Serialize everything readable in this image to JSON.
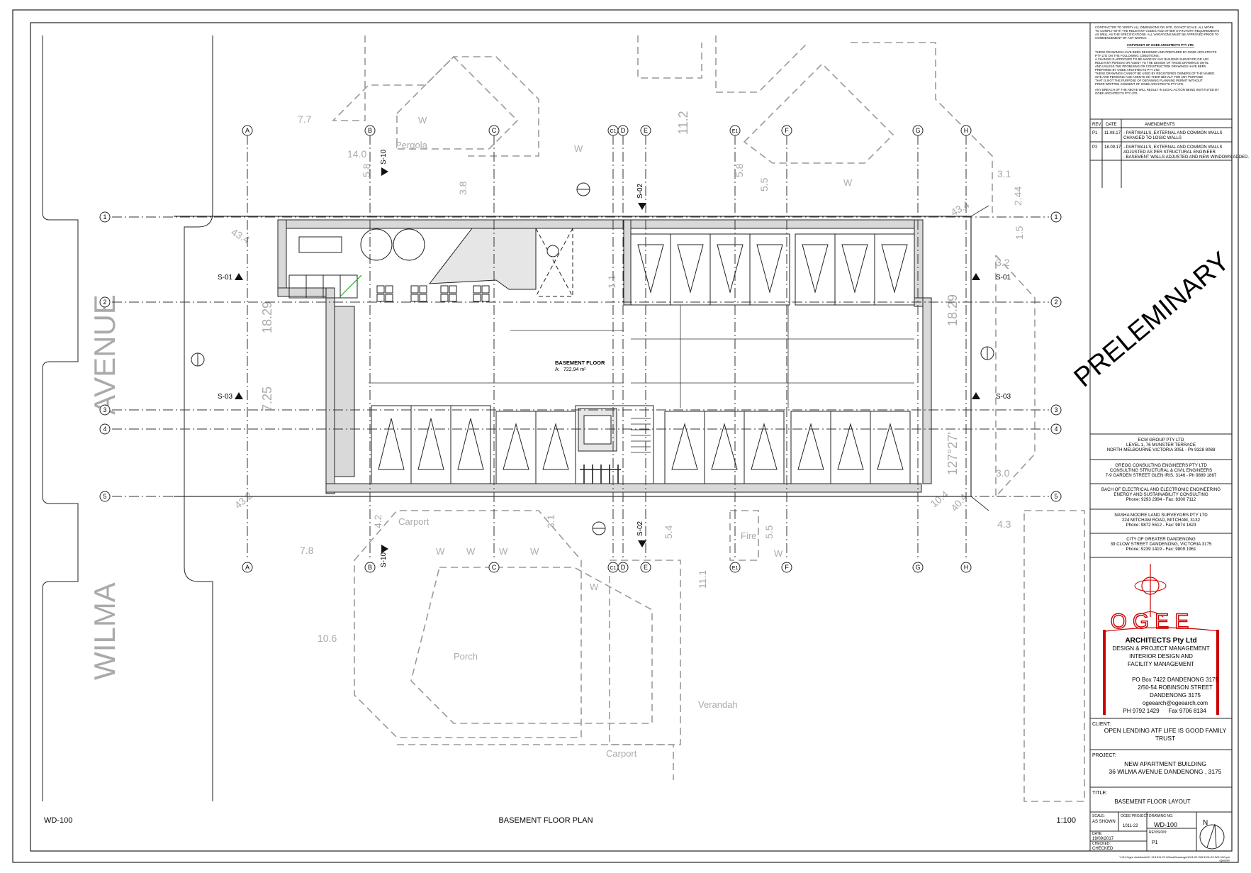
{
  "sheet": {
    "drawing_no_left": "WD-100",
    "plan_title": "BASEMENT FLOOR PLAN",
    "scale": "1:100",
    "preliminary": "PRELEMINARY",
    "footer_path": "Y:\\01 Ogee Architects\\01 11\\1011-22 Wilma\\Drawings\\1011-22 WD\\1011-22 WD-100.pln",
    "footer_user": "ogeeadm"
  },
  "plan": {
    "street_upper": "AVENUE",
    "street_lower": "WILMA",
    "room_name": "BASEMENT FLOOR",
    "room_area_label": "A:",
    "room_area": "722.94 m²",
    "section_labels": [
      "S-01",
      "S-03",
      "S-01",
      "S-03",
      "S-02",
      "S-02",
      "S-10",
      "S-10"
    ],
    "grid_top": [
      "A",
      "B",
      "C",
      "C1",
      "D",
      "E",
      "E1",
      "F",
      "G",
      "H"
    ],
    "grid_left": [
      "1",
      "2",
      "3",
      "4",
      "5"
    ],
    "grid_right": [
      "1",
      "2",
      "3",
      "4",
      "5"
    ],
    "context_labels": [
      "Pergola",
      "Carport",
      "Porch",
      "Verandah",
      "Carport",
      "Fire"
    ],
    "window_marks": [
      "W",
      "W",
      "W",
      "W",
      "W",
      "W",
      "W",
      "W",
      "W"
    ],
    "dimensions": [
      "7.7",
      "14.0",
      "5.8",
      "3.8",
      "11.2",
      "5.8",
      "5.5",
      "3.1",
      "2.44",
      "1.5",
      "43.4",
      "18.29",
      "7.25",
      "3.2",
      "18.29",
      "127°27'",
      "3.0",
      "4.3",
      "43.2",
      "7.8",
      "10.6",
      "11.1",
      "5.4",
      "3.1",
      "4.2",
      "5.5",
      "10.4",
      "40.4",
      "1.1",
      "43.4"
    ]
  },
  "notes": [
    "CONTRACTOR TO VERIFY ALL DIMENSIONS ON SITE. DO NOT SCALE. ALL WORK",
    "TO COMPLY WITH THE RELEVANT CODES AND OTHER STATUTORY REQUIREMENTS",
    "AS WELL AS THE SPECIFICATIONS. ALL VARIATIONS MUST BE APPROVED PRIOR TO",
    "COMMENCEMENT OF ANY WORKS.",
    "COPYRIGHT OF OGEE ARCHITECTS PTY LTD.",
    "THESE DRAWINGS HAVE BEEN DESIGNED AND PREPARED BY OGEE ARCHITECTS",
    "PTY LTD ON THE FOLLOWING CONDITIONS:",
    "A CHANGE IS APPROVED TO BE MADE BY ANY BUILDING SURVEYOR OR ANY",
    "RELEVANT PERSON OR AGENT TO THE DESIGN OF THESE DRAWINGS UNTIL",
    "AND UNLESS THE PROMISING OR CONSTRUCTION DRAWINGS HAVE BEEN",
    "PREPARED BY OGEE ARCHITECTS PTY LTD.",
    "THESE DRAWINGS CANNOT BE USED BY REGISTERED OWNERS OF THE NAMED",
    "SITE AND PERSONS AND AGENTS ON THEIR BEHALF FOR ANY PURPOSE",
    "THAT IS NOT THE PURPOSE OF OBTAINING PLANNING PERMIT WITHOUT",
    "PRIOR WRITTEN CONSENT OF OGEE ARCHITECTS PTY LTD.",
    "ANY BREACH OF THE ABOVE WILL RESULT IN LEGAL ACTION BEING INSTITUTED BY",
    "OGEE ARCHITECTS PTY LTD."
  ],
  "amendments": {
    "headers": [
      "REV.",
      "DATE",
      "AMENDMENTS"
    ],
    "rows": [
      {
        "rev": "P1",
        "date": "11.08.17",
        "text1": "- PARTWALLS, EXTERNAL AND COMMON WALLS",
        "text2": "CHANGED TO LOGIC WALLS",
        "text3": ""
      },
      {
        "rev": "P2",
        "date": "18.09.17",
        "text1": "- PARTWALLS, EXTERNAL AND COMMON WALLS",
        "text2": "ADJUSTED AS PER STRUCTURAL ENGINEER.",
        "text3": "- BASEMENT WALLS ADJUSTED AND NEW WINDOWS ADDED."
      }
    ]
  },
  "consultants": [
    {
      "name": "ECM GROUP PTY LTD",
      "line1": "LEVEL 1, 76 MUNSTER TERRACE",
      "line2": "NORTH MELBOURNE VICTORIA 3051 - Ph 9328 8088"
    },
    {
      "name": "GREGG CONSULTING ENGINEERS PTY LTD",
      "line1": "CONSULTING STRUCTURAL & CIVIL ENGINEERS",
      "line2": "7-9 GARDEN STREET GLEN IRIS, 3146 - Ph 9889 1867"
    },
    {
      "name": "BACH OF ELECTRICAL AND ELECTRONIC ENGINEERING",
      "line1": "ENERGY AND SUSTAINABILITY CONSULTING",
      "line2": "Phone: 9293 2994 - Fax: 8300 7112"
    },
    {
      "name": "NASHA MOORE LAND SURVEYORS PTY LTD",
      "line1": "224 MITCHAM ROAD, MITCHAM, 3132",
      "line2": "Phone: 9872 5512 - Fax: 9874 1623"
    },
    {
      "name": "CITY OF GREATER DANDENONG",
      "line1": "39 CLOW STREET DANDENONG, VICTORIA 3175",
      "line2": "Phone: 9239 1419 - Fax: 9809 1961"
    }
  ],
  "logo": {
    "wordmark": "OGEE",
    "line1": "ARCHITECTS Pty Ltd",
    "line2": "DESIGN & PROJECT MANAGEMENT",
    "line3": "INTERIOR DESIGN AND",
    "line4": "FACILITY MANAGEMENT",
    "addr1": "PO Box 7422 DANDENONG 3175",
    "addr2": "2/50-54 ROBINSON STREET",
    "addr3": "DANDENONG 3175",
    "email": "ogeearch@ogeearch.com",
    "phone": "PH 9792 1429",
    "fax": "Fax 9706 8134"
  },
  "client": {
    "label": "CLIENT:",
    "line1": "OPEN LENDING ATF LIFE IS GOOD FAMILY",
    "line2": "TRUST"
  },
  "project": {
    "label": "PROJECT:",
    "line1": "NEW APARTMENT BUILDING",
    "line2": "36 WILMA AVENUE DANDENONG , 3175"
  },
  "title": {
    "label": "TITLE:",
    "value": "BASEMENT FLOOR LAYOUT"
  },
  "info": {
    "scale_label": "SCALE:",
    "scale_value": "AS SHOWN",
    "ogee_project_label": "OGEE PROJECT",
    "ogee_project_value": "1011-22",
    "drawing_no_label": "DRAWING NO.",
    "drawing_no_value": "WD-100",
    "date_label": "DATE:",
    "date_value": "19/09/2017",
    "revision_label": "REVISION:",
    "revision_value": "P1",
    "checked_label": "CHECKED:",
    "checked_value": "CHECKED",
    "north": "N"
  }
}
